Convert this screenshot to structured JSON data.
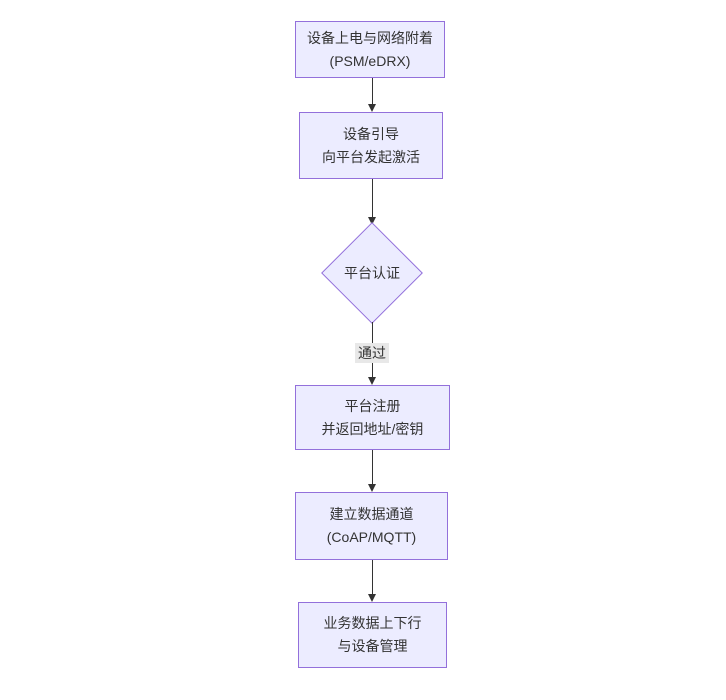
{
  "colors": {
    "background": "#ffffff",
    "node_fill": "#ececff",
    "node_border": "#9370db",
    "edge_line": "#333333",
    "edge_label_bg": "#e8e8e8",
    "text": "#333333"
  },
  "chart_data": {
    "type": "flowchart",
    "direction": "top-down",
    "nodes": [
      {
        "id": "power_attach",
        "shape": "rect",
        "label": "设备上电与网络附着 (PSM/eDRX)"
      },
      {
        "id": "bootstrap",
        "shape": "rect",
        "label": "设备引导 向平台发起激活"
      },
      {
        "id": "auth",
        "shape": "diamond",
        "label": "平台认证"
      },
      {
        "id": "register",
        "shape": "rect",
        "label": "平台注册 并返回地址/密钥"
      },
      {
        "id": "channel",
        "shape": "rect",
        "label": "建立数据通道 (CoAP/MQTT)"
      },
      {
        "id": "business",
        "shape": "rect",
        "label": "业务数据上下行 与设备管理"
      }
    ],
    "edges": [
      {
        "from": "power_attach",
        "to": "bootstrap",
        "label": ""
      },
      {
        "from": "bootstrap",
        "to": "auth",
        "label": ""
      },
      {
        "from": "auth",
        "to": "register",
        "label": "通过"
      },
      {
        "from": "register",
        "to": "channel",
        "label": ""
      },
      {
        "from": "channel",
        "to": "business",
        "label": ""
      }
    ]
  },
  "nodes": {
    "power_attach": {
      "line1": "设备上电与网络附着",
      "line2": "(PSM/eDRX)"
    },
    "bootstrap": {
      "line1": "设备引导",
      "line2": "向平台发起激活"
    },
    "auth": {
      "line1": "平台认证"
    },
    "register": {
      "line1": "平台注册",
      "line2": "并返回地址/密钥"
    },
    "channel": {
      "line1": "建立数据通道",
      "line2": "(CoAP/MQTT)"
    },
    "business": {
      "line1": "业务数据上下行",
      "line2": "与设备管理"
    }
  },
  "edges": {
    "auth_pass_label": "通过"
  }
}
